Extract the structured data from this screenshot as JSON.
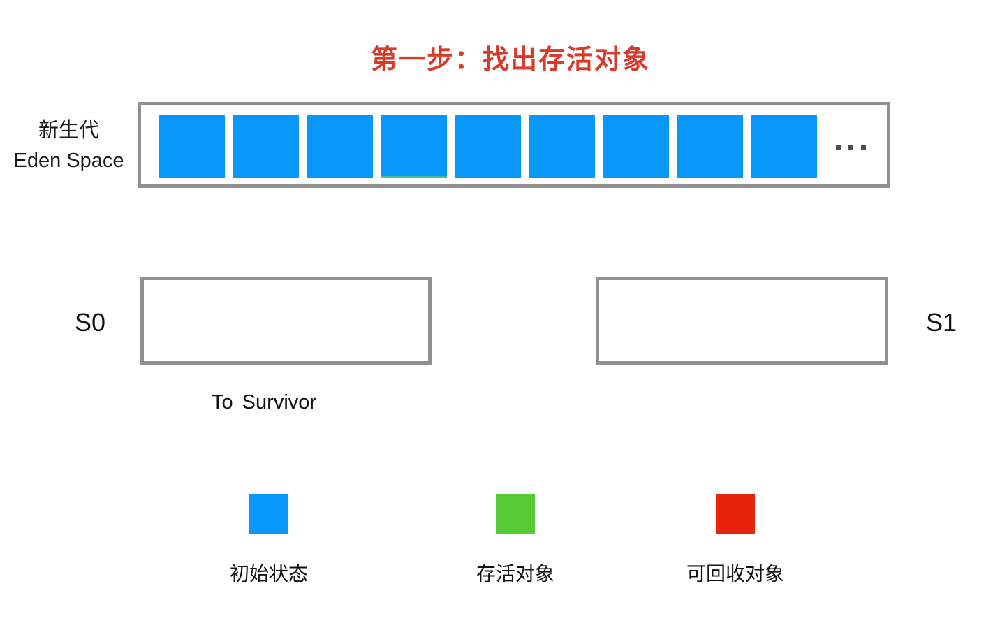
{
  "title": {
    "text": "第一步：找出存活对象",
    "color": "#d83b2a"
  },
  "eden": {
    "label_cn": "新生代",
    "label_en": "Eden Space",
    "ellipsis": "...",
    "blocks": [
      {
        "color": "#0998fa"
      },
      {
        "color": "#0998fa"
      },
      {
        "color": "#0998fa"
      },
      {
        "color": "#0998fa",
        "bottom_edge_color": "#49c08f"
      },
      {
        "color": "#0998fa"
      },
      {
        "color": "#0998fa"
      },
      {
        "color": "#0998fa"
      },
      {
        "color": "#0998fa"
      },
      {
        "color": "#0998fa"
      }
    ]
  },
  "survivor": {
    "s0_label": "S0",
    "s1_label": "S1",
    "note": "To Survivor"
  },
  "legend": [
    {
      "label": "初始状态",
      "color": "#0998fa"
    },
    {
      "label": "存活对象",
      "color": "#56cb34"
    },
    {
      "label": "可回收对象",
      "color": "#e9220d"
    }
  ],
  "colors": {
    "title_red": "#d83b2a",
    "box_border_gray": "#909090",
    "block_blue": "#0998fa",
    "live_green": "#56cb34",
    "collectable_red": "#e9220d",
    "ellipsis_dots": "#4d4d4d"
  }
}
